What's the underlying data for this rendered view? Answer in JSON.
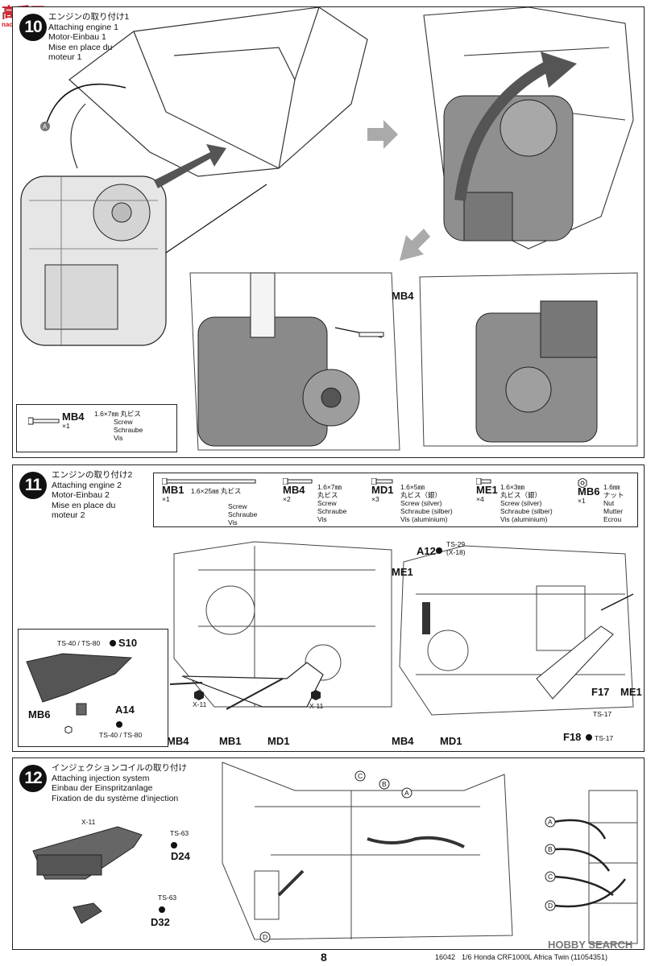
{
  "watermark_top": {
    "main": "高手网",
    "sub": "nao-shou.com"
  },
  "watermark_bottom": "HOBBY SEARCH",
  "step10": {
    "number": "10",
    "title_jp": "エンジンの取り付け1",
    "title_en": "Attaching engine 1",
    "title_de": "Motor-Einbau 1",
    "title_fr1": "Mise en place du",
    "title_fr2": "moteur 1",
    "callout_a": "A",
    "callout_mb4": "MB4",
    "part": {
      "code": "MB4",
      "qty": "×1",
      "size": "1.6×7㎜ 丸ビス",
      "en": "Screw",
      "de": "Schraube",
      "fr": "Vis"
    }
  },
  "step11": {
    "number": "11",
    "title_jp": "エンジンの取り付け2",
    "title_en": "Attaching engine 2",
    "title_de": "Motor-Einbau 2",
    "title_fr1": "Mise en place du",
    "title_fr2": "moteur 2",
    "parts": [
      {
        "code": "MB1",
        "qty": "×1",
        "size": "1.6×25㎜ 丸ビス",
        "en": "Screw",
        "de": "Schraube",
        "fr": "Vis"
      },
      {
        "code": "MB4",
        "qty": "×2",
        "size": "1.6×7㎜",
        "jp": "丸ビス",
        "en": "Screw",
        "de": "Schraube",
        "fr": "Vis"
      },
      {
        "code": "MD1",
        "qty": "×3",
        "size": "1.6×5㎜",
        "jp": "丸ビス（銀）",
        "en": "Screw (silver)",
        "de": "Schraube (silber)",
        "fr": "Vis (aluminium)"
      },
      {
        "code": "ME1",
        "qty": "×4",
        "size": "1.6×3㎜",
        "jp": "丸ビス（銀）",
        "en": "Screw (silver)",
        "de": "Schraube (silber)",
        "fr": "Vis (aluminium)"
      },
      {
        "code": "MB6",
        "qty": "×1",
        "size": "1.6㎜",
        "jp": "ナット",
        "en": "Nut",
        "de": "Mutter",
        "fr": "Ecrou"
      }
    ],
    "labels": {
      "ts40_ts80_a": "TS-40 / TS-80",
      "s10": "S10",
      "mb6": "MB6",
      "a14": "A14",
      "ts40_ts80_b": "TS-40 / TS-80",
      "mb4_left": "MB4",
      "mb1": "MB1",
      "md1_left": "MD1",
      "x11_a": "X-11",
      "x11_b": "X-11",
      "a12": "A12",
      "ts29": "TS-29",
      "x18": "(X-18)",
      "me1_top": "ME1",
      "me1_right": "ME1",
      "f17": "F17",
      "ts17_a": "TS-17",
      "f18": "F18",
      "ts17_b": "TS-17",
      "mb4_right": "MB4",
      "md1_right": "MD1"
    }
  },
  "step12": {
    "number": "12",
    "title_jp": "インジェクションコイルの取り付け",
    "title_en": "Attaching injection system",
    "title_de": "Einbau der Einspritzanlage",
    "title_fr": "Fixation de du système d'injection",
    "labels": {
      "x11": "X-11",
      "ts63_a": "TS-63",
      "d24": "D24",
      "ts63_b": "TS-63",
      "d32": "D32",
      "c": "C",
      "b": "B",
      "a": "A",
      "d": "D",
      "ra": "A",
      "rb": "B",
      "rc": "C",
      "rd": "D"
    }
  },
  "footer": {
    "page": "8",
    "code": "16042",
    "text": "1/6 Honda CRF1000L Africa Twin (11054351)"
  }
}
